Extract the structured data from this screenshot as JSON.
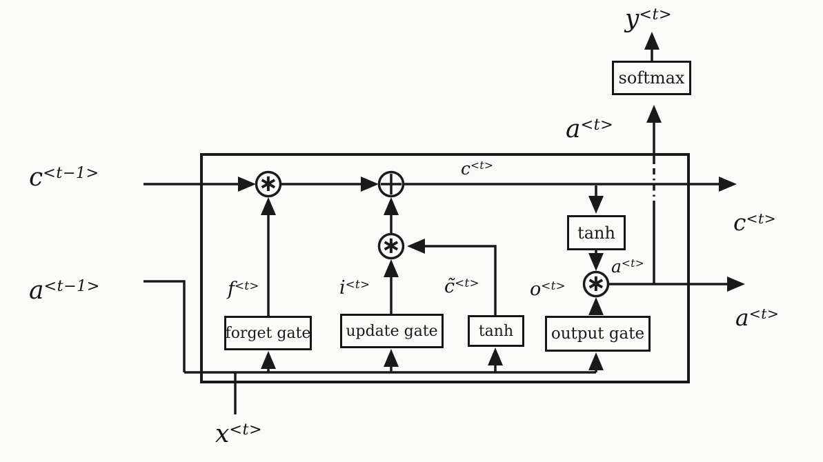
{
  "diagram_type": "lstm-cell-diagram",
  "colors": {
    "line": "#1a1a1a",
    "background": "#fbfbfa"
  },
  "labels": {
    "c_prev": {
      "base": "c",
      "sup": "<t−1>"
    },
    "a_prev": {
      "base": "a",
      "sup": "<t−1>"
    },
    "x_t": {
      "base": "x",
      "sup": "<t>"
    },
    "y_t": {
      "base": "y",
      "sup": "<t>"
    },
    "a_t_top": {
      "base": "a",
      "sup": "<t>"
    },
    "c_t_inner": {
      "base": "c",
      "sup": "<t>"
    },
    "c_t_out": {
      "base": "c",
      "sup": "<t>"
    },
    "a_t_out": {
      "base": "a",
      "sup": "<t>"
    },
    "a_t_small": {
      "base": "a",
      "sup": "<t>"
    },
    "f_t": {
      "base": "f",
      "sup": "<t>"
    },
    "i_t": {
      "base": "i",
      "sup": "<t>"
    },
    "c_tilde_t": {
      "base": "c̃",
      "sup": "<t>"
    },
    "o_t": {
      "base": "o",
      "sup": "<t>"
    }
  },
  "gates": {
    "forget": "forget gate",
    "update": "update gate",
    "tanh_input": "tanh",
    "output": "output gate",
    "tanh_cell": "tanh",
    "softmax": "softmax"
  },
  "icons": {
    "multiply_op": "∗",
    "add_op": "⊕"
  }
}
